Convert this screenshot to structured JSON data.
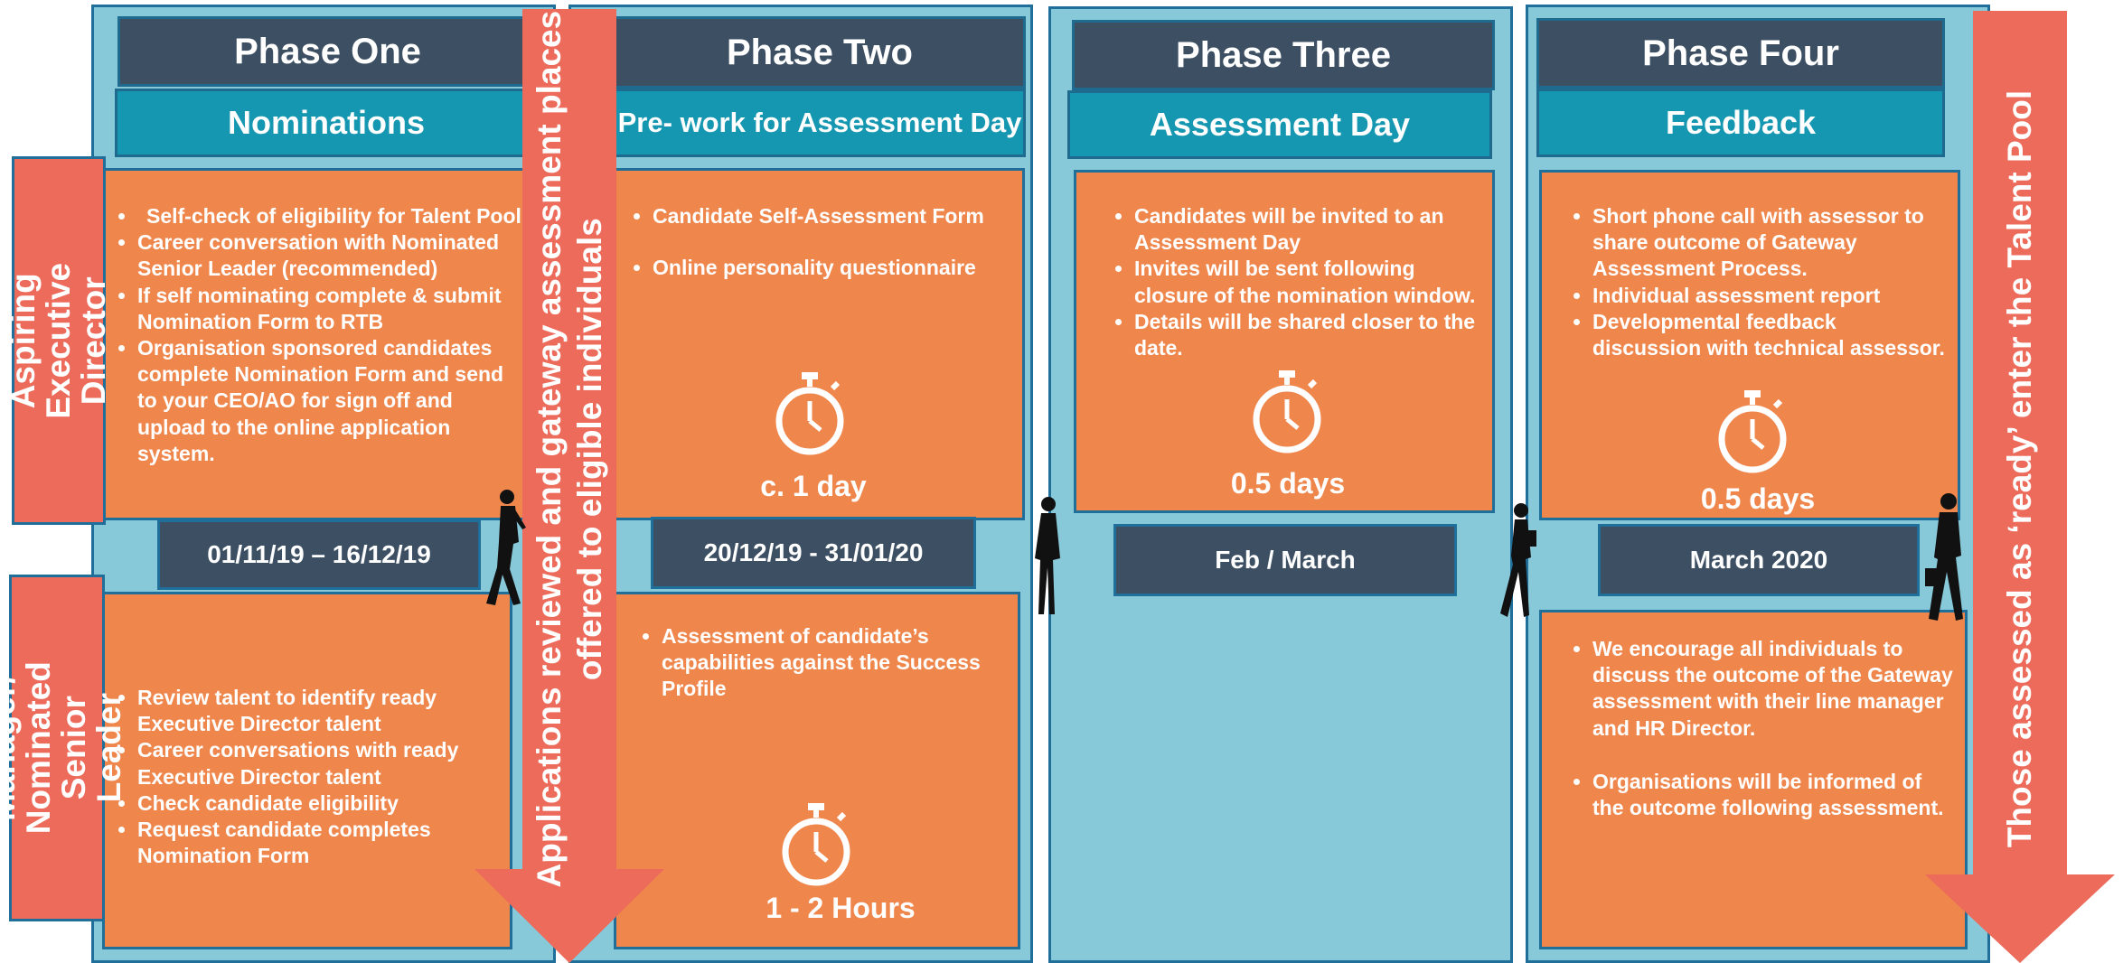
{
  "phases": [
    {
      "title": "Phase One",
      "subtitle": "Nominations",
      "top_items": [
        "Self-check of eligibility for Talent Pool",
        "Career conversation with Nominated Senior Leader (recommended)",
        "If self nominating complete & submit Nomination Form to RTB",
        "Organisation sponsored candidates complete Nomination Form and send to your CEO/AO for sign off and upload to the online application system."
      ],
      "date": "01/11/19 – 16/12/19",
      "bottom_items": [
        "Review talent to identify ready Executive Director talent",
        "Career conversations with ready Executive Director talent",
        "Check candidate eligibility",
        "Request candidate completes Nomination Form"
      ]
    },
    {
      "title": "Phase Two",
      "subtitle": "Pre- work for Assessment Day",
      "top_items": [
        "Candidate Self-Assessment Form",
        "Online personality questionnaire"
      ],
      "top_duration": "c. 1 day",
      "date": "20/12/19 -  31/01/20",
      "bottom_items": [
        "Assessment of candidate’s capabilities against  the Success Profile"
      ],
      "bottom_duration": "1 - 2 Hours"
    },
    {
      "title": "Phase Three",
      "subtitle": "Assessment Day",
      "top_items": [
        "Candidates will be invited to an Assessment Day",
        "Invites will be sent following closure of the nomination window.",
        "Details will be shared closer to the date."
      ],
      "top_duration": "0.5 days",
      "date": "Feb / March"
    },
    {
      "title": "Phase Four",
      "subtitle": "Feedback",
      "top_items": [
        "Short phone call with assessor to share outcome of Gateway Assessment Process.",
        "Individual assessment report",
        "Developmental feedback discussion with technical assessor."
      ],
      "top_duration": "0.5 days",
      "date": "March 2020",
      "bottom_items": [
        "We encourage all individuals to discuss the outcome of the Gateway assessment with their line manager and HR Director.",
        "Organisations will be informed of the outcome following assessment."
      ]
    }
  ],
  "row_labels": {
    "top": "Aspiring Executive Director",
    "bottom": "Manager/ Nominated Senior  Leader"
  },
  "arrows": {
    "middle": [
      "Applications reviewed and gateway assessment places",
      "offered to eligible individuals"
    ],
    "right": "Those assessed as ‘ready’ enter the Talent Pool"
  },
  "icons": [
    "stopwatch-icon",
    "walking-person-silhouette"
  ],
  "colors": {
    "column_bg": "#87c8d9",
    "header_dark": "#3d5063",
    "header_teal": "#1597b1",
    "content_orange": "#ef864c",
    "arrow_red": "#ec6b5a"
  }
}
